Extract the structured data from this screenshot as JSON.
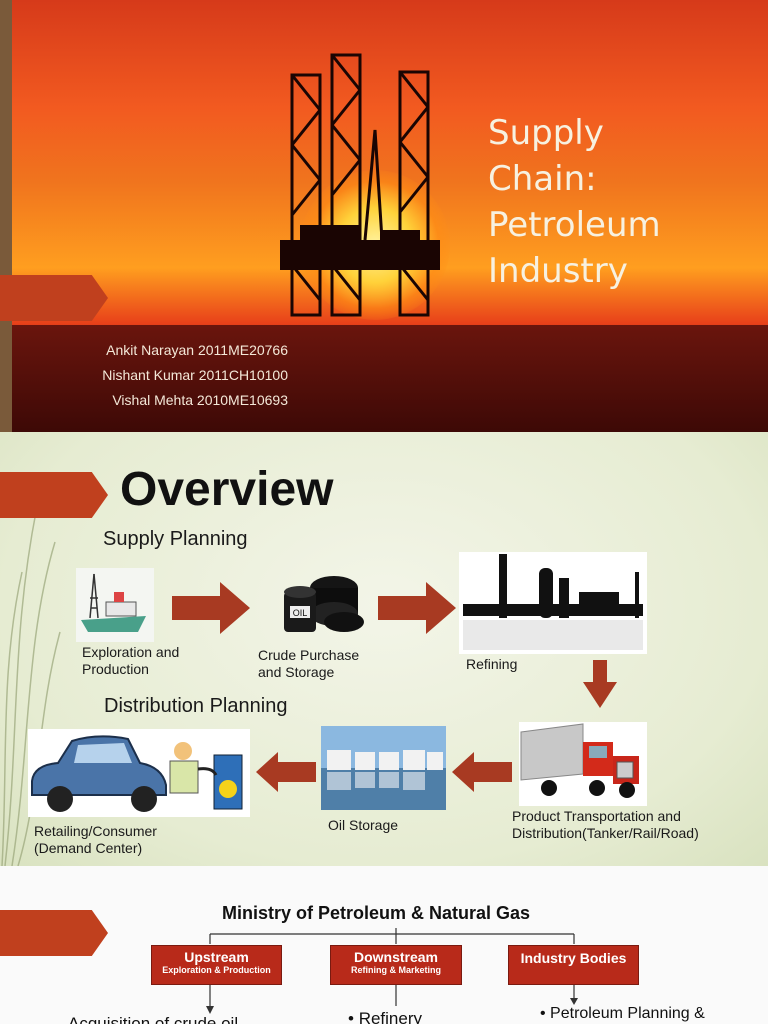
{
  "slide1": {
    "title_lines": [
      "Supply",
      "Chain:",
      "Petroleum",
      "Industry"
    ],
    "authors": [
      "Ankit Narayan 2011ME20766",
      "Nishant Kumar 2011CH10100",
      "Vishal Mehta 2010ME10693"
    ]
  },
  "slide2": {
    "heading": "Overview",
    "supply_planning": "Supply Planning",
    "distribution_planning": "Distribution Planning",
    "steps": {
      "exploration": [
        "Exploration and",
        "Production"
      ],
      "crude": [
        "Crude Purchase",
        "and Storage"
      ],
      "refining": "Refining",
      "transport": [
        "Product  Transportation and",
        "Distribution(Tanker/Rail/Road)"
      ],
      "storage": "Oil Storage",
      "retail": [
        "Retailing/Consumer",
        "(Demand Center)"
      ]
    },
    "barrel_label": "OIL"
  },
  "slide3": {
    "ministry": "Ministry of Petroleum & Natural Gas",
    "boxes": [
      {
        "title": "Upstream",
        "subtitle": "Exploration & Production"
      },
      {
        "title": "Downstream",
        "subtitle": "Refining & Marketing"
      },
      {
        "title": "Industry Bodies",
        "subtitle": ""
      }
    ],
    "bullets": [
      "Acquisition of crude oil",
      "Refinery",
      "Petroleum  Planning &"
    ]
  },
  "colors": {
    "accent": "#c0401e",
    "arrow": "#a83a22",
    "box": "#b82a1a"
  }
}
